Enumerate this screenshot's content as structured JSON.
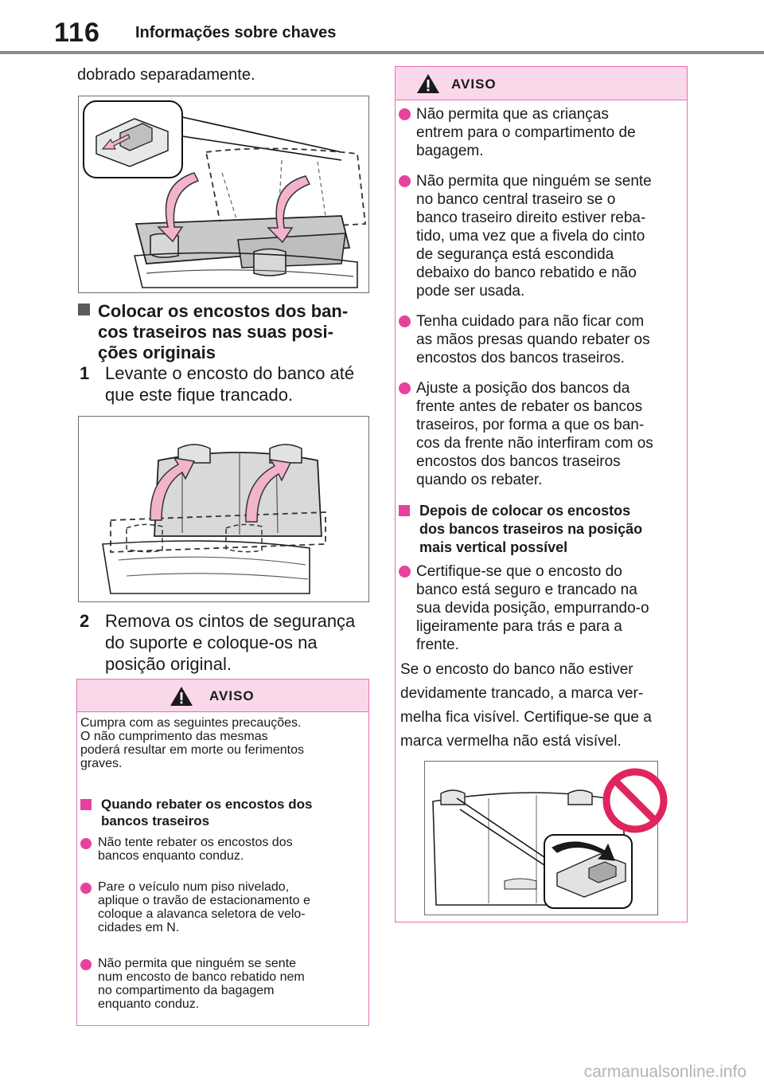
{
  "header": {
    "page_number": "116",
    "title": "Informações sobre chaves"
  },
  "left": {
    "intro": "dobrado separadamente.",
    "section_heading": [
      "Colocar os encostos dos ban-",
      "cos traseiros nas suas posi-",
      "ções originais"
    ],
    "steps": [
      {
        "num": "1",
        "lines": [
          "Levante o encosto do banco até",
          "que este fique trancado."
        ]
      },
      {
        "num": "2",
        "lines": [
          "Remova os cintos de segurança",
          "do suporte e coloque-os na",
          "posição original."
        ]
      }
    ],
    "warning": {
      "label": "AVISO",
      "intro": [
        "Cumpra com as seguintes precauções.",
        "O não cumprimento das mesmas",
        "poderá resultar em morte ou ferimentos",
        "graves."
      ],
      "subheading": [
        "Quando rebater os encostos dos",
        "bancos traseiros"
      ],
      "bullets": [
        [
          "Não tente rebater os encostos dos",
          "bancos enquanto conduz."
        ],
        [
          "Pare o veículo num piso nivelado,",
          "aplique o travão de estacionamento e",
          "coloque a alavanca seletora de velo-",
          "cidades em N."
        ],
        [
          "Não permita que ninguém se sente",
          "num encosto de banco rebatido nem",
          "no compartimento da bagagem",
          "enquanto conduz."
        ]
      ]
    }
  },
  "right": {
    "warning": {
      "label": "AVISO",
      "bullets": [
        [
          "Não permita que as crianças",
          "entrem para o compartimento de",
          "bagagem."
        ],
        [
          "Não permita que ninguém se sente",
          "no banco central traseiro se o",
          "banco traseiro direito estiver reba-",
          "tido, uma vez que a fivela do cinto",
          "de segurança está escondida",
          "debaixo do banco rebatido e não",
          "pode ser usada."
        ],
        [
          "Tenha cuidado para não ficar com",
          "as mãos presas quando rebater os",
          "encostos dos bancos traseiros."
        ],
        [
          "Ajuste a posição dos bancos da",
          "frente antes de rebater os bancos",
          "traseiros, por forma a que os ban-",
          "cos da frente não interfiram com os",
          "encostos dos bancos traseiros",
          "quando os rebater."
        ]
      ],
      "subheading": [
        "Depois de colocar os encostos",
        "dos bancos traseiros na posição",
        "mais vertical possível"
      ],
      "bullet_after": [
        "Certifique-se que o encosto do",
        "banco está seguro e trancado na",
        "sua devida posição, empurrando-o",
        "ligeiramente para trás e para a",
        "frente."
      ],
      "paragraph": [
        "Se o encosto do banco não estiver",
        "devidamente trancado, a marca ver-",
        "melha fica visível. Certifique-se que a",
        "marca vermelha não está visível."
      ]
    }
  },
  "watermark": "carmanualsonline.info",
  "icons": {
    "warning": "warning-triangle-icon",
    "prohibition": "prohibition-icon"
  },
  "colors": {
    "warning_border": "#e86fb2",
    "warning_header": "#f8d8e9",
    "bullet": "#e6429d",
    "arrow": "#f2b3cc",
    "prohibition": "#e0245e"
  }
}
